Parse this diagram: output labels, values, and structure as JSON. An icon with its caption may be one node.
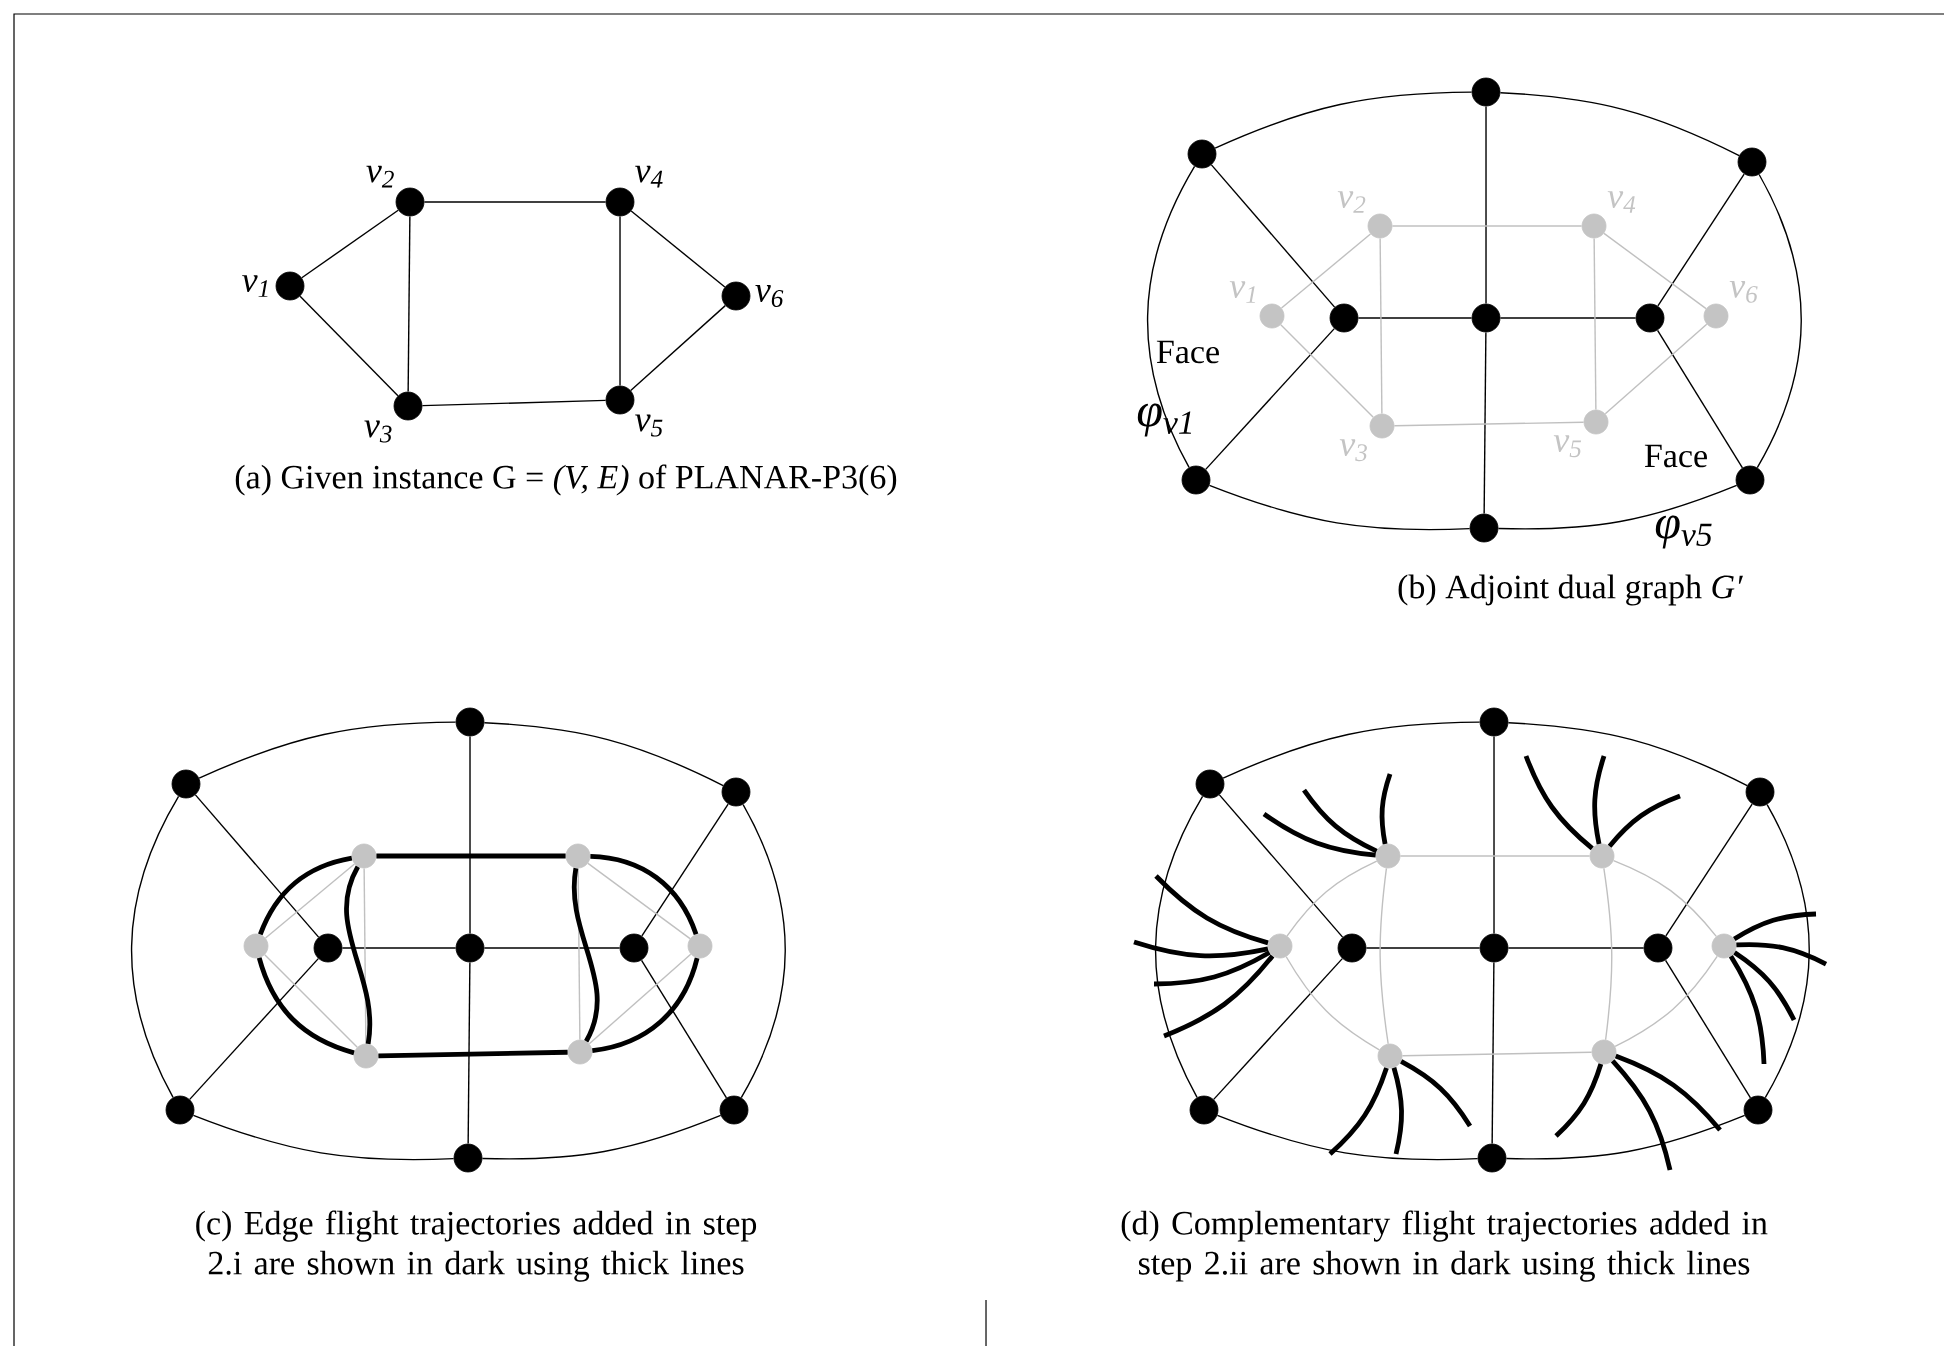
{
  "diagram": {
    "nodes": [
      {
        "text": [],
        "shape": "circle",
        "beside": [
          "v$_{1}$"
        ]
      },
      {
        "text": [],
        "shape": "circle",
        "beside": [
          "v$_{2}$"
        ]
      },
      {
        "text": [],
        "shape": "circle",
        "beside": [
          "v$_{3}$"
        ]
      },
      {
        "text": [],
        "shape": "circle",
        "beside": [
          "v$_{4}$"
        ]
      },
      {
        "text": [],
        "shape": "circle",
        "beside": [
          "v$_{5}$"
        ]
      },
      {
        "text": [],
        "shape": "circle",
        "beside": [
          "v$_{6}$"
        ]
      },
      {
        "text": [],
        "shape": "circle"
      },
      {
        "text": [],
        "shape": "circle"
      },
      {
        "text": [],
        "shape": "circle"
      },
      {
        "text": [],
        "shape": "circle"
      },
      {
        "text": [],
        "shape": "circle"
      },
      {
        "text": [],
        "shape": "circle"
      },
      {
        "text": [],
        "shape": "circle"
      },
      {
        "text": [],
        "shape": "circle"
      },
      {
        "text": [],
        "shape": "circle"
      },
      {
        "text": [],
        "shape": "circle",
        "beside": [
          "v$_{1}$"
        ]
      },
      {
        "text": [],
        "shape": "circle",
        "beside": [
          "v$_{2}$"
        ]
      },
      {
        "text": [],
        "shape": "circle",
        "beside": [
          "v$_{3}$"
        ]
      },
      {
        "text": [],
        "shape": "circle",
        "beside": [
          "v$_{4}$"
        ]
      },
      {
        "text": [],
        "shape": "circle",
        "beside": [
          "v$_{5}$"
        ]
      },
      {
        "text": [],
        "shape": "circle",
        "beside": [
          "v$_{6}$"
        ]
      },
      {
        "text": [],
        "shape": "circle"
      },
      {
        "text": [],
        "shape": "circle"
      },
      {
        "text": [],
        "shape": "circle"
      },
      {
        "text": [],
        "shape": "circle"
      },
      {
        "text": [],
        "shape": "circle"
      },
      {
        "text": [],
        "shape": "circle"
      },
      {
        "text": [],
        "shape": "circle"
      },
      {
        "text": [],
        "shape": "circle"
      },
      {
        "text": [],
        "shape": "circle"
      },
      {
        "text": [],
        "shape": "circle"
      },
      {
        "text": [],
        "shape": "circle"
      },
      {
        "text": [],
        "shape": "circle"
      },
      {
        "text": [],
        "shape": "circle"
      },
      {
        "text": [],
        "shape": "circle"
      },
      {
        "text": [],
        "shape": "circle"
      },
      {
        "text": [],
        "shape": "circle"
      },
      {
        "text": [],
        "shape": "circle"
      },
      {
        "text": [],
        "shape": "circle"
      },
      {
        "text": [],
        "shape": "circle"
      },
      {
        "text": [],
        "shape": "circle"
      },
      {
        "text": [],
        "shape": "circle"
      },
      {
        "text": [],
        "shape": "circle"
      },
      {
        "text": [],
        "shape": "circle"
      },
      {
        "text": [],
        "shape": "circle"
      },
      {
        "text": [],
        "shape": "circle"
      },
      {
        "text": [],
        "shape": "circle"
      },
      {
        "text": [],
        "shape": "circle"
      },
      {
        "text": [],
        "shape": "circle"
      },
      {
        "text": [],
        "shape": "circle"
      },
      {
        "text": [],
        "shape": "circle"
      }
    ],
    "edges": [
      {
        "from": 0,
        "to": 1,
        "arrow": "none"
      },
      {
        "from": 0,
        "to": 2,
        "arrow": "none"
      },
      {
        "from": 1,
        "to": 2,
        "arrow": "none"
      },
      {
        "from": 1,
        "to": 3,
        "arrow": "none"
      },
      {
        "from": 2,
        "to": 4,
        "arrow": "none"
      },
      {
        "from": 3,
        "to": 4,
        "arrow": "none"
      },
      {
        "from": 3,
        "to": 5,
        "arrow": "none"
      },
      {
        "from": 4,
        "to": 5,
        "arrow": "none"
      },
      {
        "from": 6,
        "to": 13,
        "arrow": "none"
      },
      {
        "from": 13,
        "to": 11,
        "arrow": "none"
      },
      {
        "from": 12,
        "to": 13,
        "arrow": "none"
      },
      {
        "from": 13,
        "to": 14,
        "arrow": "none"
      },
      {
        "from": 7,
        "to": 12,
        "arrow": "none"
      },
      {
        "from": 9,
        "to": 12,
        "arrow": "none"
      },
      {
        "from": 8,
        "to": 14,
        "arrow": "none"
      },
      {
        "from": 10,
        "to": 14,
        "arrow": "none"
      },
      {
        "from": 6,
        "to": 8,
        "arrow": "none"
      },
      {
        "from": 8,
        "to": 10,
        "arrow": "none"
      },
      {
        "from": 10,
        "to": 11,
        "arrow": "none"
      },
      {
        "from": 11,
        "to": 9,
        "arrow": "none"
      },
      {
        "from": 9,
        "to": 7,
        "arrow": "none"
      },
      {
        "from": 7,
        "to": 6,
        "arrow": "none"
      },
      {
        "from": 15,
        "to": 16,
        "arrow": "none",
        "color": "#c0c0c0"
      },
      {
        "from": 15,
        "to": 17,
        "arrow": "none",
        "color": "#c0c0c0"
      },
      {
        "from": 16,
        "to": 17,
        "arrow": "none",
        "color": "#c0c0c0"
      },
      {
        "from": 16,
        "to": 18,
        "arrow": "none",
        "color": "#c0c0c0"
      },
      {
        "from": 17,
        "to": 19,
        "arrow": "none",
        "color": "#c0c0c0"
      },
      {
        "from": 18,
        "to": 19,
        "arrow": "none",
        "color": "#c0c0c0"
      },
      {
        "from": 18,
        "to": 20,
        "arrow": "none",
        "color": "#c0c0c0"
      },
      {
        "from": 19,
        "to": 20,
        "arrow": "none",
        "color": "#c0c0c0"
      },
      {
        "from": 21,
        "to": 28,
        "arrow": "none"
      },
      {
        "from": 28,
        "to": 26,
        "arrow": "none"
      },
      {
        "from": 27,
        "to": 28,
        "arrow": "none"
      },
      {
        "from": 28,
        "to": 29,
        "arrow": "none"
      },
      {
        "from": 22,
        "to": 27,
        "arrow": "none"
      },
      {
        "from": 24,
        "to": 27,
        "arrow": "none"
      },
      {
        "from": 23,
        "to": 29,
        "arrow": "none"
      },
      {
        "from": 25,
        "to": 29,
        "arrow": "none"
      },
      {
        "from": 21,
        "to": 23,
        "arrow": "none"
      },
      {
        "from": 23,
        "to": 25,
        "arrow": "none"
      },
      {
        "from": 25,
        "to": 26,
        "arrow": "none"
      },
      {
        "from": 26,
        "to": 24,
        "arrow": "none"
      },
      {
        "from": 24,
        "to": 22,
        "arrow": "none"
      },
      {
        "from": 22,
        "to": 21,
        "arrow": "none"
      },
      {
        "from": 30,
        "to": 31,
        "arrow": "none",
        "color": "#c0c0c0"
      },
      {
        "from": 30,
        "to": 32,
        "arrow": "none",
        "color": "#c0c0c0"
      },
      {
        "from": 31,
        "to": 32,
        "arrow": "none",
        "color": "#c0c0c0"
      },
      {
        "from": 33,
        "to": 34,
        "arrow": "none",
        "color": "#c0c0c0"
      },
      {
        "from": 33,
        "to": 35,
        "arrow": "none",
        "color": "#c0c0c0"
      },
      {
        "from": 34,
        "to": 35,
        "arrow": "none",
        "color": "#c0c0c0"
      },
      {
        "from": 30,
        "to": 31,
        "arrow": "none",
        "style": "thick"
      },
      {
        "from": 30,
        "to": 32,
        "arrow": "none",
        "style": "thick"
      },
      {
        "from": 31,
        "to": 32,
        "arrow": "none",
        "style": "thick"
      },
      {
        "from": 31,
        "to": 33,
        "arrow": "none",
        "style": "thick"
      },
      {
        "from": 32,
        "to": 34,
        "arrow": "none",
        "style": "thick"
      },
      {
        "from": 33,
        "to": 34,
        "arrow": "none",
        "style": "thick"
      },
      {
        "from": 33,
        "to": 35,
        "arrow": "none",
        "style": "thick"
      },
      {
        "from": 34,
        "to": 35,
        "arrow": "none",
        "style": "thick"
      },
      {
        "from": 36,
        "to": 43,
        "arrow": "none"
      },
      {
        "from": 43,
        "to": 41,
        "arrow": "none"
      },
      {
        "from": 42,
        "to": 43,
        "arrow": "none"
      },
      {
        "from": 43,
        "to": 44,
        "arrow": "none"
      },
      {
        "from": 37,
        "to": 42,
        "arrow": "none"
      },
      {
        "from": 39,
        "to": 42,
        "arrow": "none"
      },
      {
        "from": 38,
        "to": 44,
        "arrow": "none"
      },
      {
        "from": 40,
        "to": 44,
        "arrow": "none"
      },
      {
        "from": 36,
        "to": 38,
        "arrow": "none"
      },
      {
        "from": 38,
        "to": 40,
        "arrow": "none"
      },
      {
        "from": 40,
        "to": 41,
        "arrow": "none"
      },
      {
        "from": 41,
        "to": 39,
        "arrow": "none"
      },
      {
        "from": 39,
        "to": 37,
        "arrow": "none"
      },
      {
        "from": 37,
        "to": 36,
        "arrow": "none"
      },
      {
        "from": 45,
        "to": 46,
        "arrow": "none",
        "color": "#c0c0c0"
      },
      {
        "from": 45,
        "to": 47,
        "arrow": "none",
        "color": "#c0c0c0"
      },
      {
        "from": 46,
        "to": 47,
        "arrow": "none",
        "color": "#c0c0c0"
      },
      {
        "from": 46,
        "to": 48,
        "arrow": "none",
        "color": "#c0c0c0"
      },
      {
        "from": 47,
        "to": 49,
        "arrow": "none",
        "color": "#c0c0c0"
      },
      {
        "from": 48,
        "to": 49,
        "arrow": "none",
        "color": "#c0c0c0"
      },
      {
        "from": 48,
        "to": 50,
        "arrow": "none",
        "color": "#c0c0c0"
      },
      {
        "from": 49,
        "to": 50,
        "arrow": "none",
        "color": "#c0c0c0"
      },
      {
        "from": 46,
        "to": null,
        "arrow": "none",
        "style": "thick"
      },
      {
        "from": 46,
        "to": null,
        "arrow": "none",
        "style": "thick"
      },
      {
        "from": 46,
        "to": null,
        "arrow": "none",
        "style": "thick"
      },
      {
        "from": 48,
        "to": null,
        "arrow": "none",
        "style": "thick"
      },
      {
        "from": 48,
        "to": null,
        "arrow": "none",
        "style": "thick"
      },
      {
        "from": 48,
        "to": null,
        "arrow": "none",
        "style": "thick"
      },
      {
        "from": 45,
        "to": null,
        "arrow": "none",
        "style": "thick"
      },
      {
        "from": 45,
        "to": null,
        "arrow": "none",
        "style": "thick"
      },
      {
        "from": 45,
        "to": null,
        "arrow": "none",
        "style": "thick"
      },
      {
        "from": 45,
        "to": null,
        "arrow": "none",
        "style": "thick"
      },
      {
        "from": 50,
        "to": null,
        "arrow": "none",
        "style": "thick"
      },
      {
        "from": 50,
        "to": null,
        "arrow": "none",
        "style": "thick"
      },
      {
        "from": 50,
        "to": null,
        "arrow": "none",
        "style": "thick"
      },
      {
        "from": 50,
        "to": null,
        "arrow": "none",
        "style": "thick"
      },
      {
        "from": 47,
        "to": null,
        "arrow": "none",
        "style": "thick"
      },
      {
        "from": 47,
        "to": null,
        "arrow": "none",
        "style": "thick"
      },
      {
        "from": 47,
        "to": null,
        "arrow": "none",
        "style": "thick"
      },
      {
        "from": 49,
        "to": null,
        "arrow": "none",
        "style": "thick"
      },
      {
        "from": 49,
        "to": null,
        "arrow": "none",
        "style": "thick"
      },
      {
        "from": 49,
        "to": null,
        "arrow": "none",
        "style": "thick"
      }
    ],
    "labels": [
      "(a)  Given instance G = *(V, E)* of PLANAR-P3(6)",
      "Face",
      "φ$_{v1}$",
      "Face",
      "φ$_{v5}$",
      "(b) Adjoint dual graph *G′*",
      "(c)  Edge flight trajectories added in step 2.i are shown in dark using thick lines",
      "(d) Complementary flight trajectories added in step 2.ii are shown in dark using thick lines"
    ]
  }
}
